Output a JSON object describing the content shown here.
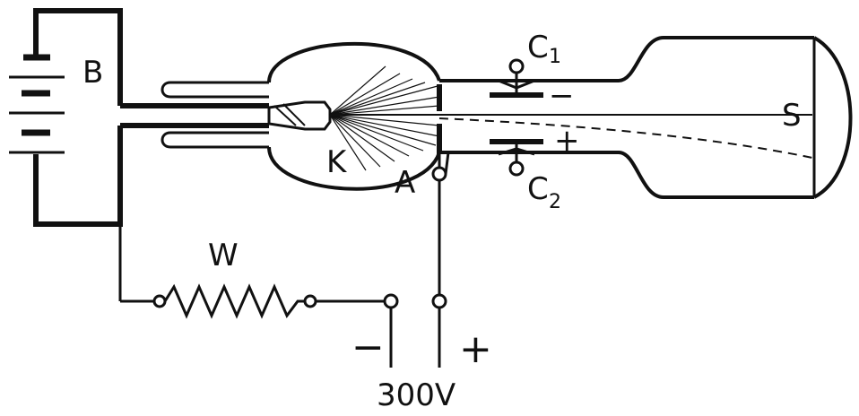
{
  "labels": {
    "battery": "B",
    "cathode": "K",
    "anode": "A",
    "plate_top": "C",
    "plate_top_sub": "1",
    "plate_bottom": "C",
    "plate_bottom_sub": "2",
    "screen": "S",
    "resistor": "W",
    "plate_top_sign": "−",
    "plate_bottom_sign": "+",
    "supply_minus": "−",
    "supply_plus": "+",
    "supply_voltage": "300V"
  },
  "colors": {
    "ink": "#111111",
    "paper": "#ffffff"
  }
}
